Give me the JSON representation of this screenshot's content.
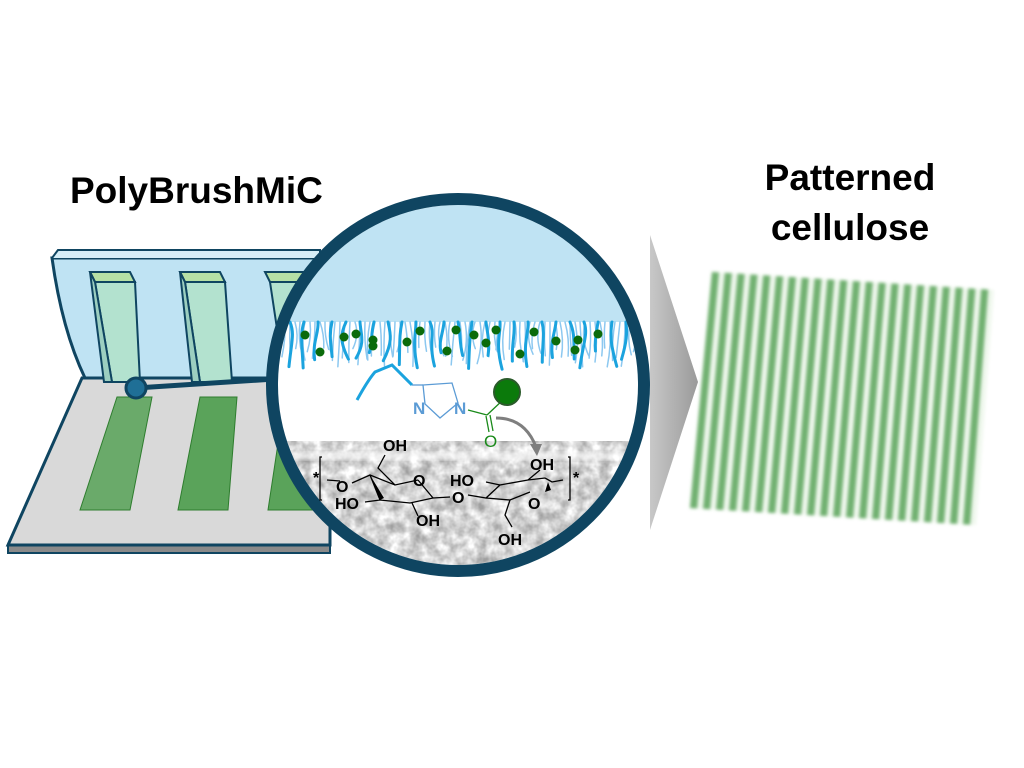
{
  "labels": {
    "left_title": "PolyBrushMiC",
    "right_title_line1": "Patterned",
    "right_title_line2": "cellulose"
  },
  "chemistry": {
    "imidazole_n1": "N",
    "imidazole_n2": "N",
    "carbonyl_o": "O",
    "glucose1_oh_top": "OH",
    "glucose1_o_ring": "O",
    "glucose1_ho": "HO",
    "glucose1_oh_bottom": "OH",
    "glycosidic_o_left": "O",
    "glycosidic_o_mid": "O",
    "glucose2_ho": "HO",
    "glucose2_oh_top": "OH",
    "glucose2_o_ring": "O",
    "glucose2_oh_bottom": "OH",
    "end_left": "*",
    "end_right": "*"
  },
  "colors": {
    "frame": "#0f4561",
    "light_blue": "#bfe3f3",
    "brush_blue": "#1ba3de",
    "dye_green": "#0b6b0b",
    "stripe_green": "#5aa35a",
    "arrow_gray": "#a6a6a6"
  }
}
